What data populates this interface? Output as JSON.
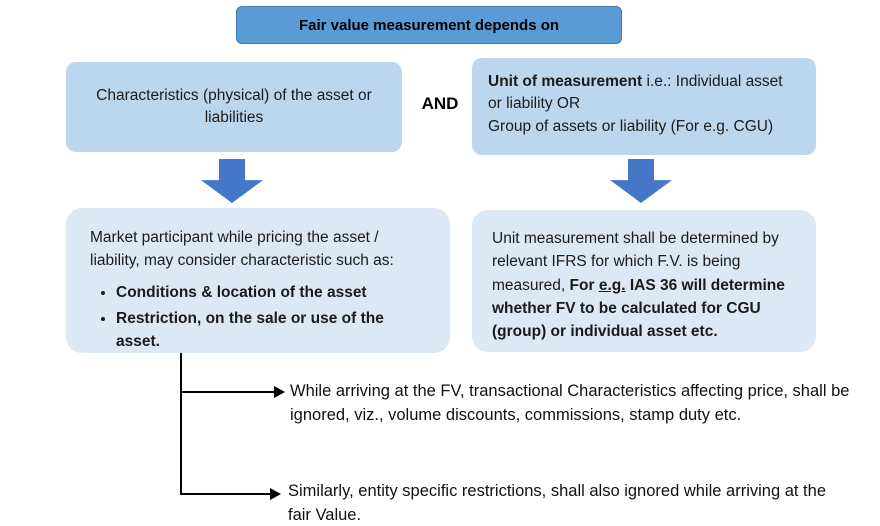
{
  "colors": {
    "title_box_bg": "#5b9bd5",
    "top_box_bg": "#bcd6ee",
    "bottom_box_bg": "#dbe8f6",
    "arrow_fill": "#4577c9",
    "connector_line": "#000000"
  },
  "title_box": {
    "label": "Fair value measurement depends on"
  },
  "connector": {
    "and_label": "AND"
  },
  "left_top_box": {
    "text": "Characteristics (physical) of the asset or liabilities"
  },
  "right_top_box": {
    "lead_bold": "Unit of measurement",
    "lead_rest": " i.e.: Individual asset or liability OR",
    "line2": "Group of assets or liability (For e.g. CGU)"
  },
  "left_bottom_box": {
    "intro": "Market participant while pricing the asset / liability, may consider characteristic such as:",
    "bullets": [
      "Conditions & location of the asset",
      "Restriction, on the sale or use of the asset."
    ]
  },
  "right_bottom_box": {
    "normal": "Unit measurement shall be determined by relevant IFRS for which F.V. is being measured, ",
    "bold_prefix": "For ",
    "underline": "e.g.",
    "bold_rest": " IAS 36 will determine whether FV to be calculated for CGU (group) or individual asset etc."
  },
  "notes": [
    {
      "text": "While arriving at the FV, transactional Characteristics affecting price, shall be ignored, viz., volume discounts, commissions, stamp duty etc."
    },
    {
      "text": "Similarly, entity specific restrictions, shall also ignored while arriving at the fair Value."
    }
  ]
}
